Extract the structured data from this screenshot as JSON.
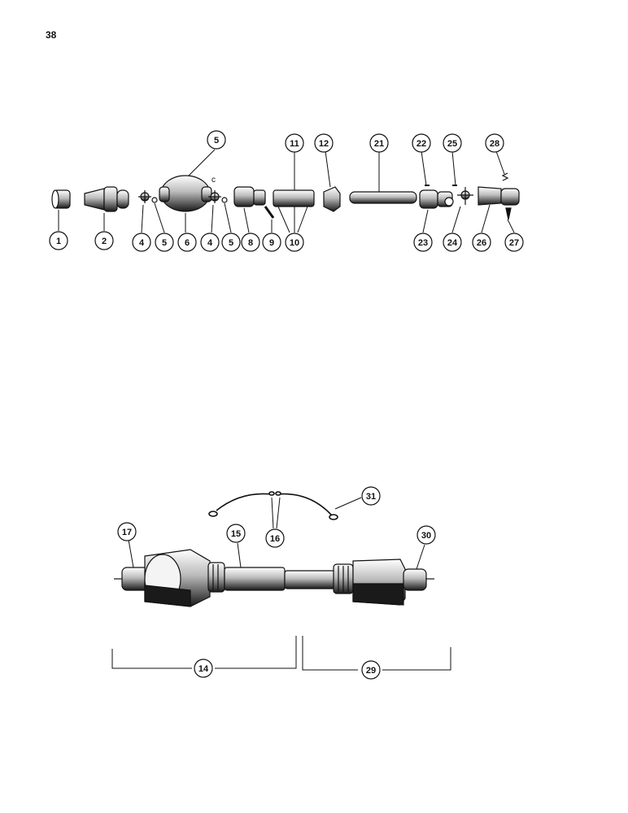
{
  "page": {
    "number": "38"
  },
  "callouts": {
    "c1": "1",
    "c2": "2",
    "c4a": "4",
    "c5a": "5",
    "c6": "6",
    "c4b": "4",
    "c5b": "5",
    "c8": "8",
    "c9": "9",
    "c10": "10",
    "c5top": "5",
    "c11": "11",
    "c12": "12",
    "c21": "21",
    "c22": "22",
    "c25": "25",
    "c28": "28",
    "c23": "23",
    "c24": "24",
    "c26": "26",
    "c27": "27",
    "c31": "31",
    "c16": "16",
    "c17": "17",
    "c15": "15",
    "c30": "30",
    "c14": "14",
    "c29": "29"
  },
  "colors": {
    "ink": "#111111",
    "shade": "#2a2a2a",
    "paper": "#ffffff"
  }
}
